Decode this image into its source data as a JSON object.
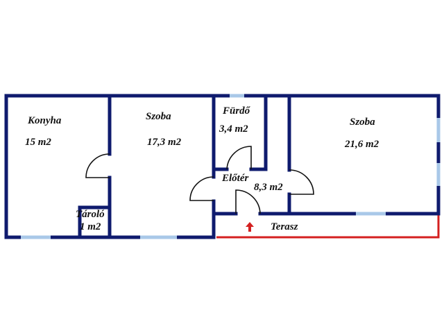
{
  "plan": {
    "rooms": [
      {
        "name": "Konyha",
        "area": "15 m2"
      },
      {
        "name": "Szoba",
        "area": "17,3 m2"
      },
      {
        "name": "Fürdő",
        "area": "3,4 m2"
      },
      {
        "name": "Előtér",
        "area": "8,3 m2"
      },
      {
        "name": "Szoba",
        "area": "21,6 m2"
      },
      {
        "name": "Tároló",
        "area": "1 m2"
      }
    ],
    "terrace": "Terasz",
    "entrance_icon": "red-up-arrow-icon"
  },
  "colors": {
    "wall": "#0f1b6e",
    "window": "#a9c8e8",
    "terrace": "#d42020"
  }
}
